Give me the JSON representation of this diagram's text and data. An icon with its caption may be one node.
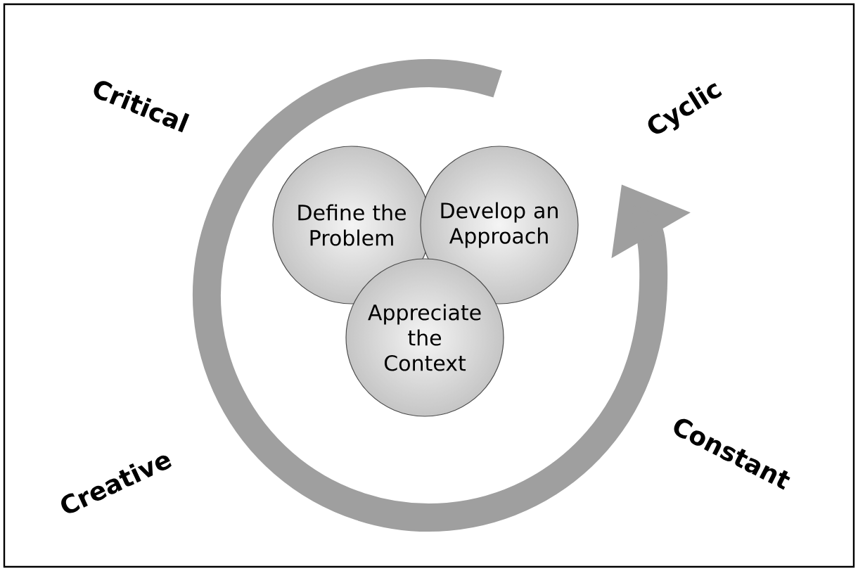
{
  "diagram": {
    "nodes": [
      {
        "text": [
          "Define the Problem"
        ]
      },
      {
        "text": [
          "Develop an Approach"
        ]
      },
      {
        "text": [
          "Appreciate the Context"
        ]
      }
    ],
    "labels": [
      "Critical",
      "Cyclic",
      "Creative",
      "Constant"
    ]
  }
}
